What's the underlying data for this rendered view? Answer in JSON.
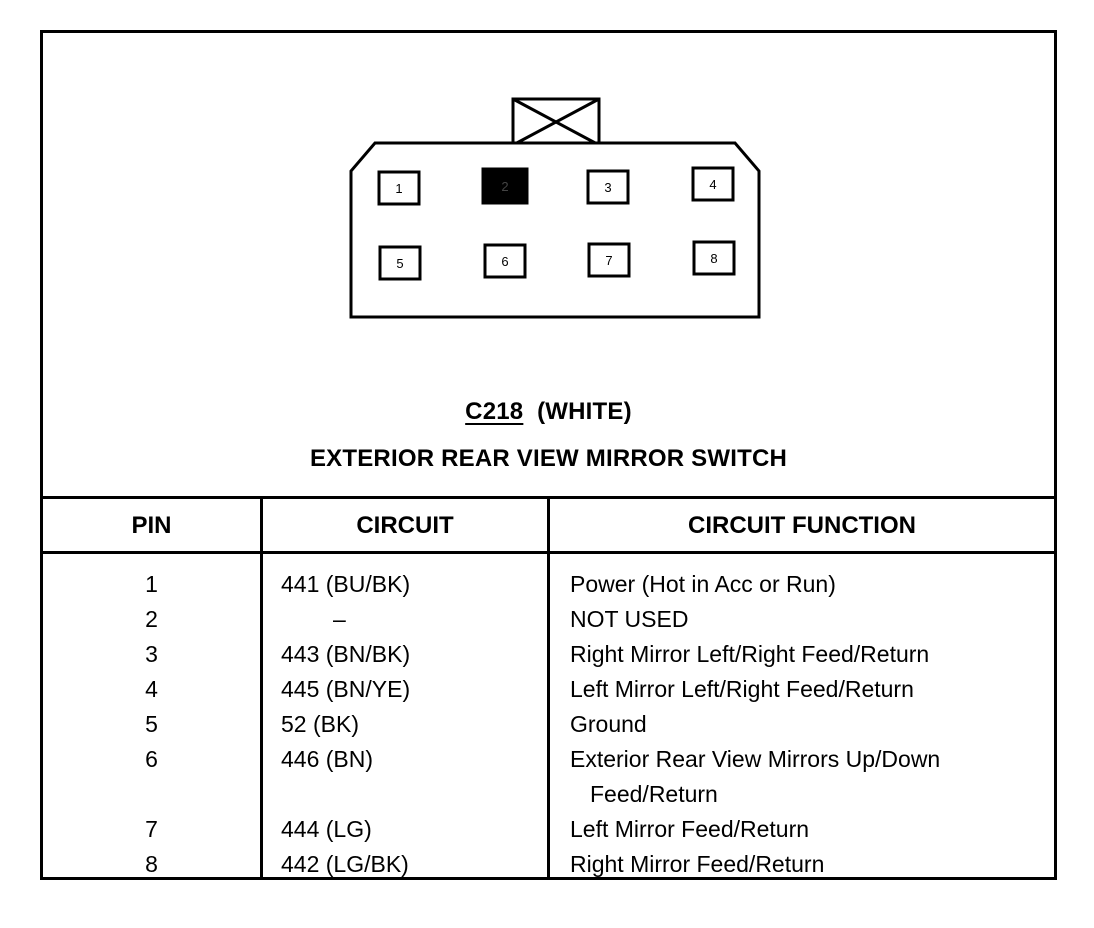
{
  "connector": {
    "pins_top": [
      "1",
      "2",
      "3",
      "4"
    ],
    "pins_bottom": [
      "5",
      "6",
      "7",
      "8"
    ],
    "highlighted_pin": "2"
  },
  "title": {
    "code": "C218",
    "color_note": "(WHITE)",
    "name": "EXTERIOR REAR VIEW MIRROR SWITCH"
  },
  "table": {
    "headers": {
      "pin": "PIN",
      "circuit": "CIRCUIT",
      "function": "CIRCUIT FUNCTION"
    },
    "rows": [
      {
        "pin": "1",
        "circuit": "441 (BU/BK)",
        "function": "Power (Hot in Acc or Run)",
        "function_cont": ""
      },
      {
        "pin": "2",
        "circuit": "–",
        "function": "NOT USED",
        "function_cont": ""
      },
      {
        "pin": "3",
        "circuit": "443 (BN/BK)",
        "function": "Right Mirror Left/Right Feed/Return",
        "function_cont": ""
      },
      {
        "pin": "4",
        "circuit": "445 (BN/YE)",
        "function": "Left Mirror Left/Right Feed/Return",
        "function_cont": ""
      },
      {
        "pin": "5",
        "circuit": "52 (BK)",
        "function": "Ground",
        "function_cont": ""
      },
      {
        "pin": "6",
        "circuit": "446 (BN)",
        "function": "Exterior Rear View Mirrors Up/Down",
        "function_cont": "Feed/Return"
      },
      {
        "pin": "7",
        "circuit": "444 (LG)",
        "function": "Left Mirror Feed/Return",
        "function_cont": ""
      },
      {
        "pin": "8",
        "circuit": "442 (LG/BK)",
        "function": "Right Mirror Feed/Return",
        "function_cont": ""
      }
    ]
  }
}
